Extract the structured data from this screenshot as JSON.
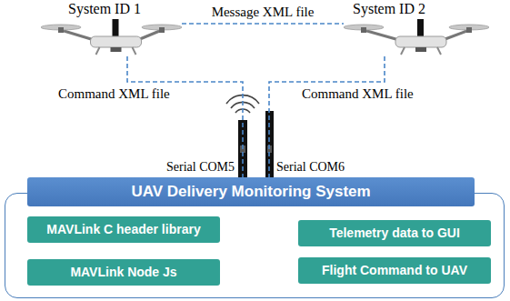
{
  "diagram": {
    "nodes": [
      {
        "text": [
          "System ID 1"
        ]
      },
      {
        "text": [
          "System ID 2"
        ]
      },
      {
        "text": [
          "UAV Delivery Monitoring System"
        ]
      },
      {
        "text": [
          "MAVLink C header library"
        ],
        "in": 2
      },
      {
        "text": [
          "MAVLink Node Js"
        ],
        "in": 2
      },
      {
        "text": [
          "Telemetry data to GUI"
        ],
        "in": 2
      },
      {
        "text": [
          "Flight Command to UAV"
        ],
        "in": 2
      }
    ],
    "edges": [
      {
        "from": 0,
        "to": 1,
        "label": "Message XML file",
        "arrow": "none"
      },
      {
        "from": 0,
        "to": 2,
        "label": "Command XML file",
        "arrow": "none"
      },
      {
        "from": 1,
        "to": 2,
        "label": "Command XML file",
        "arrow": "none"
      },
      {
        "from": 3,
        "to": 5,
        "arrow": "both"
      }
    ],
    "labels": [
      "Serial COM5",
      "Serial COM6"
    ]
  }
}
